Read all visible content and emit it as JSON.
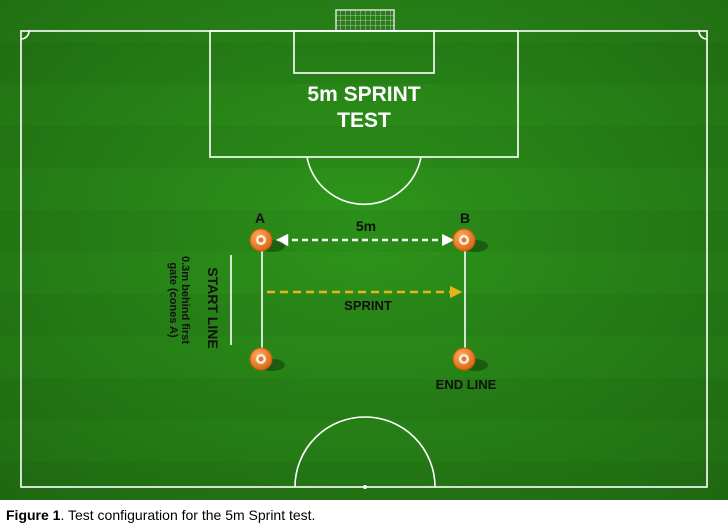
{
  "diagram": {
    "title_line1": "5m SPRINT",
    "title_line2": "TEST",
    "label_a": "A",
    "label_b": "B",
    "distance_label": "5m",
    "sprint_label": "SPRINT",
    "start_line_label": "START LINE",
    "start_note_line1": "0.3m behind first",
    "start_note_line2": "gate (cones A)",
    "end_line_label": "END LINE"
  },
  "colors": {
    "grass_light": "#2f9a1c",
    "grass_dark": "#247f14",
    "line": "#ffffff",
    "distance_arrow": "#ffffff",
    "sprint_arrow": "#e8b21a",
    "cone": "#ef7d1f",
    "label": "#111111"
  },
  "caption": {
    "figure": "Figure 1",
    "text": ". Test configuration for the 5m Sprint test."
  }
}
